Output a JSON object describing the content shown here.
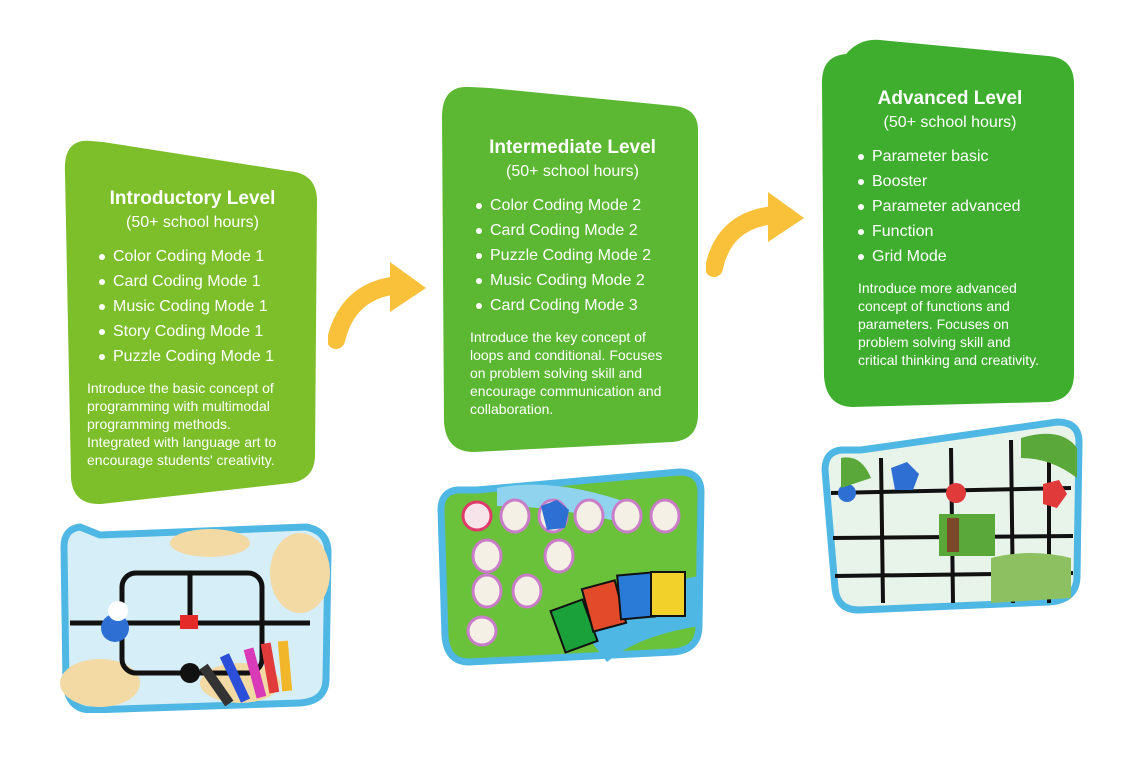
{
  "colors": {
    "intro_green": "#7cbf2a",
    "mid_green": "#5cb832",
    "adv_green": "#3fae2e",
    "arrow_yellow": "#f9c13a",
    "board_border": "#4fb7e3"
  },
  "levels": [
    {
      "title": "Introductory Level",
      "hours": "(50+ school hours)",
      "items": [
        "Color Coding Mode 1",
        "Card Coding Mode 1",
        "Music Coding Mode 1",
        "Story Coding Mode 1",
        "Puzzle Coding Mode 1"
      ],
      "description": "Introduce the basic concept of programming with multimodal programming methods. Integrated with language art to encourage students' creativity."
    },
    {
      "title": "Intermediate Level",
      "hours": "(50+ school hours)",
      "items": [
        "Color Coding Mode 2",
        "Card Coding Mode 2",
        "Puzzle Coding Mode 2",
        "Music Coding Mode 2",
        "Card Coding Mode 3"
      ],
      "description": "Introduce the key concept of loops and conditional. Focuses on problem solving skill and encourage communication and collaboration."
    },
    {
      "title": "Advanced Level",
      "hours": "(50+ school hours)",
      "items": [
        "Parameter basic",
        "Booster",
        "Parameter advanced",
        "Function",
        "Grid Mode"
      ],
      "description": "Introduce more advanced concept of functions and parameters. Focuses on problem solving skill and critical thinking and creativity."
    }
  ],
  "icons": [
    "curved-arrow-icon",
    "curved-arrow-icon"
  ]
}
